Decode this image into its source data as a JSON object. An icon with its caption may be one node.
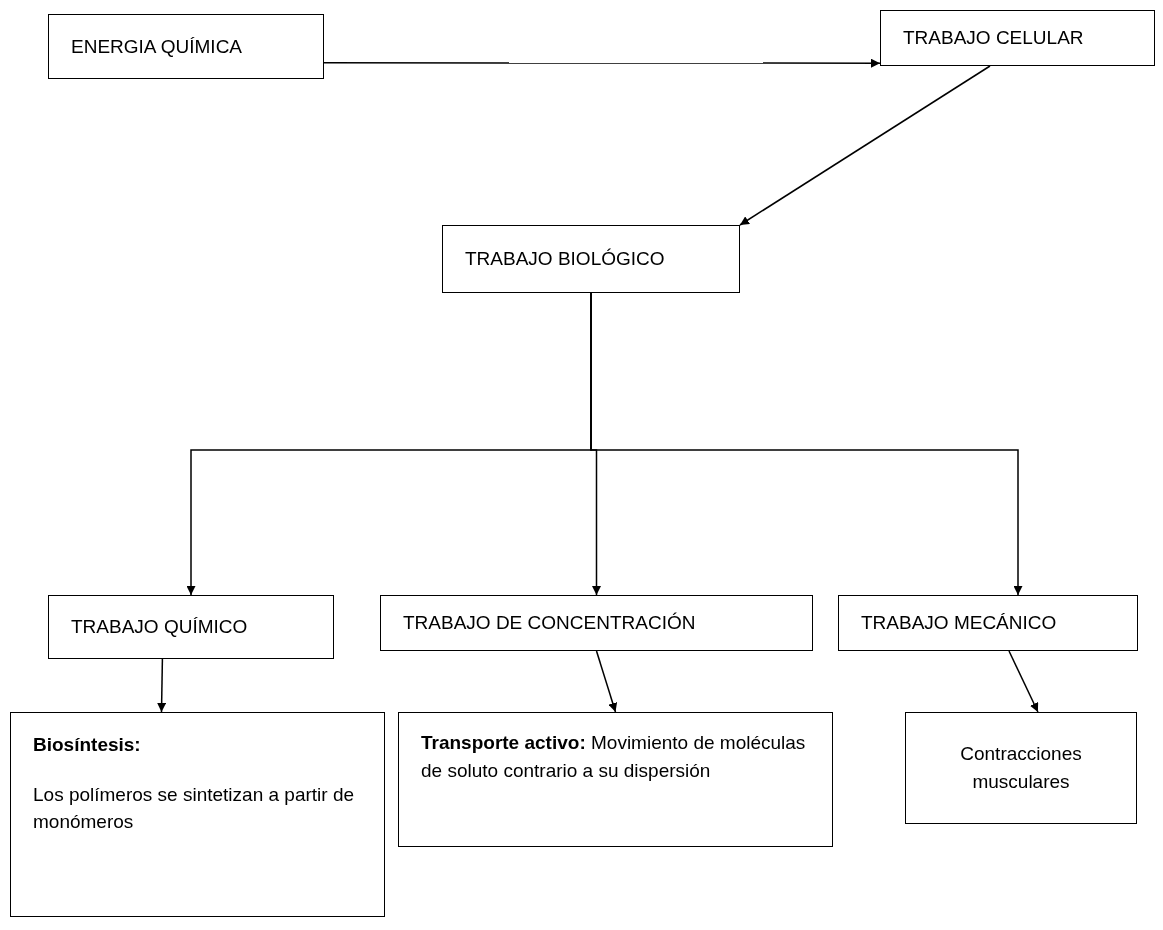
{
  "diagram": {
    "nodes": [
      {
        "text": [
          "ENERGIA QUÍMICA"
        ]
      },
      {
        "text": [
          "TRABAJO CELULAR"
        ]
      },
      {
        "text": [
          "TRABAJO BIOLÓGICO"
        ]
      },
      {
        "text": [
          "TRABAJO QUÍMICO"
        ]
      },
      {
        "text": [
          "TRABAJO DE CONCENTRACIÓN"
        ]
      },
      {
        "text": [
          "TRABAJO MECÁNICO"
        ]
      },
      {
        "text": [
          "Biosíntesis:",
          "Los polímeros se sintetizan a partir de monómeros"
        ]
      },
      {
        "text": [
          "**Transporte activo:** Movimiento de moléculas de soluto contrario a su dispersión"
        ]
      },
      {
        "text": [
          "Contracciones musculares"
        ]
      }
    ],
    "edges": [
      {
        "from": 0,
        "to": 1,
        "arrow": "to"
      },
      {
        "from": 1,
        "to": 2,
        "arrow": "to"
      },
      {
        "from": 2,
        "to": 3,
        "arrow": "to"
      },
      {
        "from": 2,
        "to": 4,
        "arrow": "to"
      },
      {
        "from": 2,
        "to": 5,
        "arrow": "to"
      },
      {
        "from": 3,
        "to": 6,
        "arrow": "to"
      },
      {
        "from": 4,
        "to": 7,
        "arrow": "to"
      },
      {
        "from": 5,
        "to": 8,
        "arrow": "to"
      }
    ]
  }
}
